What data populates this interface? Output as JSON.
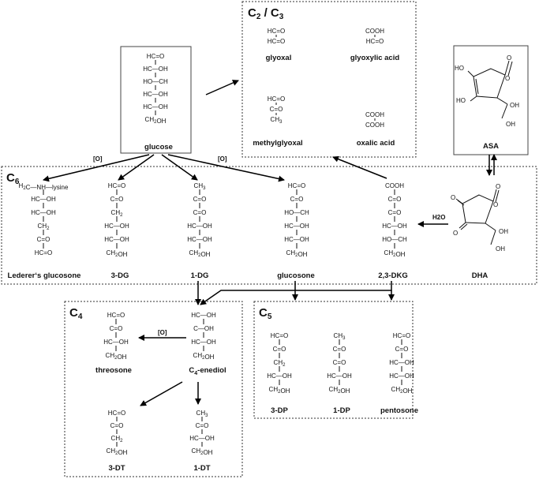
{
  "sections": {
    "c6": {
      "main": "C",
      "sub": "6"
    },
    "c5": {
      "main": "C",
      "sub": "5"
    },
    "c4": {
      "main": "C",
      "sub": "4"
    },
    "c23": {
      "a": "C",
      "as": "2",
      "mid": " / C",
      "bs": "3"
    }
  },
  "compounds": {
    "glucose": {
      "name": "glucose",
      "lines": [
        "HC=O",
        "HC—OH",
        "HO—CH",
        "HC—OH",
        "HC—OH",
        "CH2OH"
      ]
    },
    "glyoxal": {
      "name": "glyoxal",
      "lines": [
        "HC=O",
        "HC=O"
      ]
    },
    "glyoxylic_acid": {
      "name": "glyoxylic acid",
      "lines": [
        "COOH",
        "HC=O"
      ]
    },
    "methylglyoxal": {
      "name": "methylglyoxal",
      "lines": [
        "HC=O",
        "C=O",
        "CH3"
      ]
    },
    "oxalic_acid": {
      "name": "oxalic acid",
      "lines": [
        "COOH",
        "COOH"
      ]
    },
    "asa": {
      "name": "ASA",
      "atoms": {
        "ho1": "HO",
        "ho2": "HO",
        "o_ring": "O",
        "o_keto": "O",
        "oh1": "OH",
        "oh2": "OH"
      }
    },
    "dha": {
      "name": "DHA",
      "atoms": {
        "o1": "O",
        "o2": "O",
        "o_ring": "O",
        "o_keto": "O",
        "oh1": "OH",
        "oh2": "OH"
      }
    },
    "lederer": {
      "name": "Lederer‘s glucosone",
      "lines": [
        "H2C—NH—lysine",
        "HC—OH",
        "HC—OH",
        "CH2",
        "C=O",
        "HC=O"
      ]
    },
    "dg3": {
      "name": "3-DG",
      "lines": [
        "HC=O",
        "C=O",
        "CH2",
        "HC—OH",
        "HC—OH",
        "CH2OH"
      ]
    },
    "dg1": {
      "name": "1-DG",
      "lines": [
        "CH3",
        "C=O",
        "C=O",
        "HC—OH",
        "HC—OH",
        "CH2OH"
      ]
    },
    "glucosone": {
      "name": "glucosone",
      "lines": [
        "HC=O",
        "C=O",
        "HO—CH",
        "HC—OH",
        "HC—OH",
        "CH2OH"
      ]
    },
    "dkg": {
      "name": "2,3-DKG",
      "lines": [
        "COOH",
        "C=O",
        "C=O",
        "HC—OH",
        "HO—CH",
        "CH2OH"
      ]
    },
    "threosone": {
      "name": "threosone",
      "lines": [
        "HC=O",
        "C=O",
        "HC—OH",
        "CH2OH"
      ]
    },
    "enediol": {
      "name_main": "C",
      "name_sub": "4",
      "name_rest": "-enediol",
      "lines": [
        "HC—OH",
        "C—OH",
        "HC—OH",
        "CH2OH"
      ]
    },
    "dt3": {
      "name": "3-DT",
      "lines": [
        "HC=O",
        "C=O",
        "CH2",
        "CH2OH"
      ]
    },
    "dt1": {
      "name": "1-DT",
      "lines": [
        "CH3",
        "C=O",
        "HC—OH",
        "CH2OH"
      ]
    },
    "dp3": {
      "name": "3-DP",
      "lines": [
        "HC=O",
        "C=O",
        "CH2",
        "HC—OH",
        "CH2OH"
      ]
    },
    "dp1": {
      "name": "1-DP",
      "lines": [
        "CH3",
        "C=O",
        "C=O",
        "HC—OH",
        "CH2OH"
      ]
    },
    "pentosone": {
      "name": "pentosone",
      "lines": [
        "HC=O",
        "C=O",
        "HC—OH",
        "HC—OH",
        "CH2OH"
      ]
    }
  },
  "reactions": {
    "ox_left": "[O]",
    "ox_right": "[O]",
    "ox_c4": "[O]",
    "h2o": "H2O"
  }
}
